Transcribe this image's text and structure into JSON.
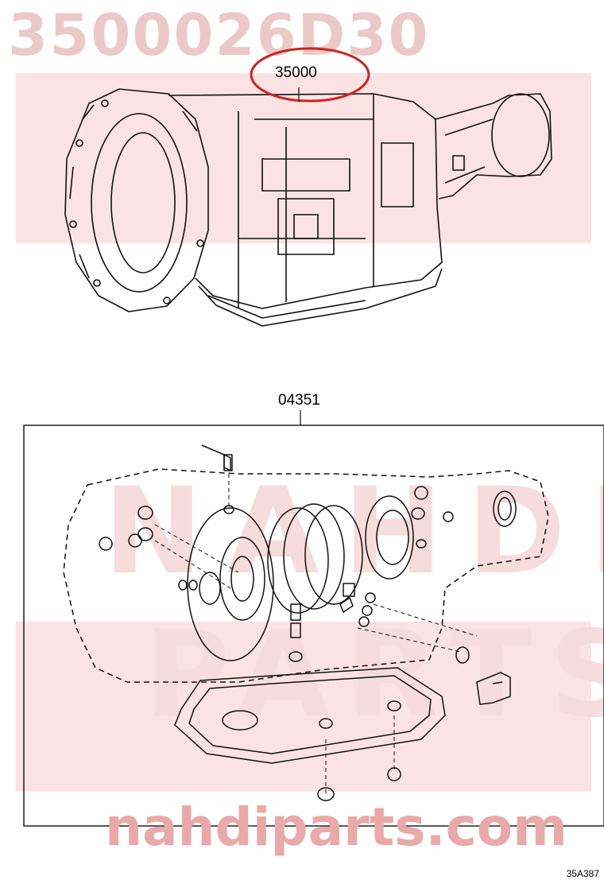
{
  "title": {
    "part_number": "3500026D30"
  },
  "callouts": {
    "assembly_ref": "35000",
    "kit_ref": "04351"
  },
  "footer": {
    "url": "nahdiparts.com",
    "illustration_id": "35A387"
  },
  "watermark": {
    "text_en_top": "NAHDI",
    "text_en_bottom": "PARTS",
    "color": "#f3d2d2"
  },
  "colors": {
    "highlight_ring": "#d32020",
    "title_watermark": "#ecc9c9",
    "band": "#fbe3e3"
  }
}
